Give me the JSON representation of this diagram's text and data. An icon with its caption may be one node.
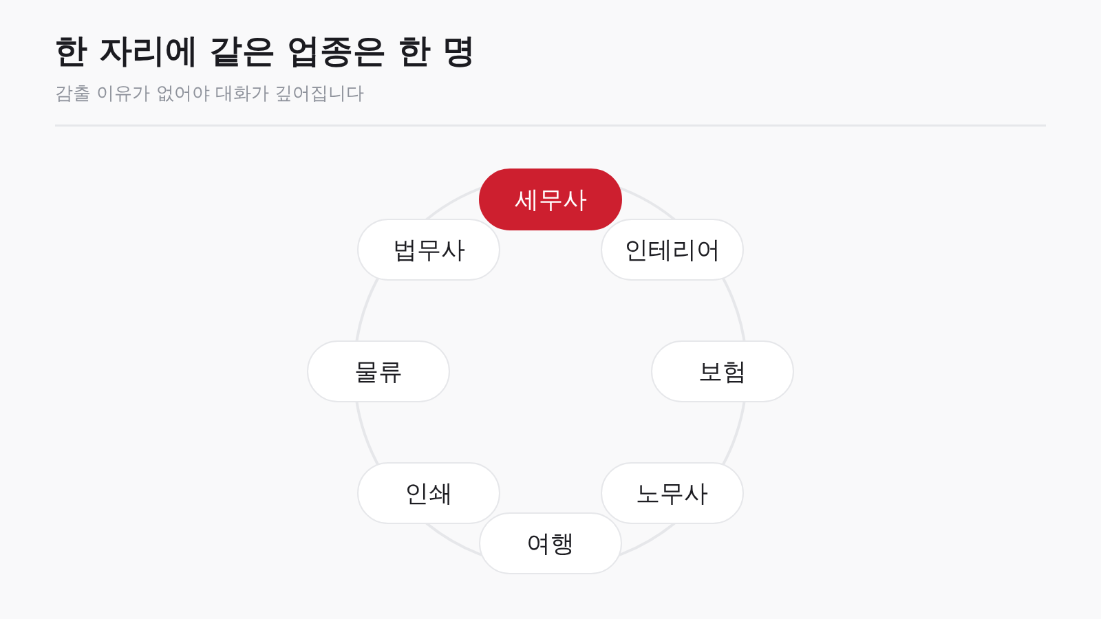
{
  "diagram": {
    "title": "한 자리에 같은 업종은 한 명",
    "nodes": [
      {
        "text": [
          "세무사"
        ]
      },
      {
        "text": [
          "법무사"
        ]
      },
      {
        "text": [
          "인테리어"
        ]
      },
      {
        "text": [
          "물류"
        ]
      },
      {
        "text": [
          "보험"
        ]
      },
      {
        "text": [
          "인쇄"
        ]
      },
      {
        "text": [
          "노무사"
        ]
      },
      {
        "text": [
          "여행"
        ]
      }
    ],
    "edges": [],
    "labels": [
      "감출 이유가 없어야 대화가 깊어집니다"
    ]
  }
}
